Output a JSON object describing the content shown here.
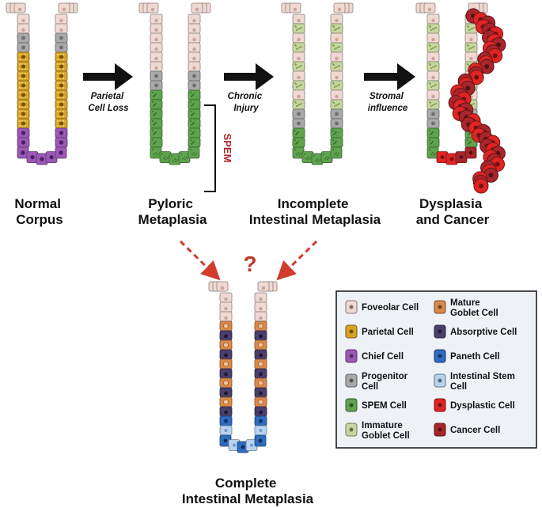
{
  "stages": {
    "normal": [
      "Normal",
      "Corpus"
    ],
    "pyloric": [
      "Pyloric",
      "Metaplasia"
    ],
    "incomplete": [
      "Incomplete",
      "Intestinal Metaplasia"
    ],
    "dysplasia": [
      "Dysplasia",
      "and Cancer"
    ],
    "complete": [
      "Complete",
      "Intestinal Metaplasia"
    ]
  },
  "transitions": {
    "parietal_loss": [
      "Parietal",
      "Cell Loss"
    ],
    "chronic_injury": [
      "Chronic",
      "Injury"
    ],
    "stromal": [
      "Stromal",
      "influence"
    ]
  },
  "spem_label": "SPEM",
  "question_mark": "?",
  "legend": {
    "items": [
      {
        "label": [
          "Foveolar Cell"
        ],
        "icon": "foveolar-cell-icon",
        "color": "#efd9d2"
      },
      {
        "label": [
          "Parietal Cell"
        ],
        "icon": "parietal-cell-icon",
        "color": "#d9a322"
      },
      {
        "label": [
          "Chief Cell"
        ],
        "icon": "chief-cell-icon",
        "color": "#9b59b6"
      },
      {
        "label": [
          "Progenitor",
          "Cell"
        ],
        "icon": "progenitor-cell-icon",
        "color": "#a9a9a9"
      },
      {
        "label": [
          "SPEM Cell"
        ],
        "icon": "spem-cell-icon",
        "color": "#5fa34f"
      },
      {
        "label": [
          "Immature",
          "Goblet Cell"
        ],
        "icon": "immature-goblet-cell-icon",
        "color": "#c8d7a0"
      },
      {
        "label": [
          "Mature",
          "Goblet Cell"
        ],
        "icon": "mature-goblet-cell-icon",
        "color": "#d9894a"
      },
      {
        "label": [
          "Absorptive Cell"
        ],
        "icon": "absorptive-cell-icon",
        "color": "#4a3f6b"
      },
      {
        "label": [
          "Paneth Cell"
        ],
        "icon": "paneth-cell-icon",
        "color": "#2f6bbf"
      },
      {
        "label": [
          "Intestinal Stem",
          "Cell"
        ],
        "icon": "intestinal-stem-cell-icon",
        "color": "#b7d3ee"
      },
      {
        "label": [
          "Dysplastic Cell"
        ],
        "icon": "dysplastic-cell-icon",
        "color": "#e02424"
      },
      {
        "label": [
          "Cancer Cell"
        ],
        "icon": "cancer-cell-icon",
        "color": "#a8262b"
      }
    ]
  },
  "colors": {
    "foveolar": "#efd9d2",
    "parietal": "#d9a322",
    "chief": "#9b59b6",
    "progenitor": "#a9a9a9",
    "spem": "#5fa34f",
    "immature_goblet": "#c8d7a0",
    "mature_goblet": "#d9894a",
    "absorptive": "#4a3f6b",
    "paneth": "#2f6bbf",
    "stem": "#b7d3ee",
    "dysplastic": "#e02424",
    "cancer": "#a8262b",
    "legend_bg": "#eef2f7",
    "dashed_arrow": "#d23b2e"
  }
}
